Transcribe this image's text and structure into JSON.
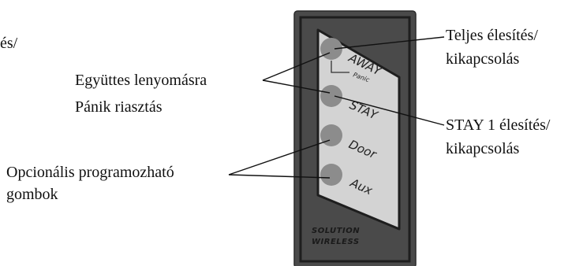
{
  "labels": {
    "partial_left": "és/",
    "panic_line1": "Együttes lenyomásra",
    "panic_line2": "Pánik riasztás",
    "optional_line1": "Opcionális programozható",
    "optional_line2": "gombok",
    "away_line1": "Teljes élesítés/",
    "away_line2": "kikapcsolás",
    "stay_line1": "STAY 1 élesítés/",
    "stay_line2": "kikapcsolás"
  },
  "keyfob": {
    "buttons": {
      "away": "AWAY",
      "panic": "Panic",
      "stay": "STAY",
      "door": "Door",
      "aux": "Aux"
    },
    "brand_line1": "SOLUTION",
    "brand_line2": "WIRELESS"
  },
  "colors": {
    "body": "#4a4a4a",
    "face": "#d3d3d3",
    "button": "#8c8c8c",
    "bezel": "#1e1e1e"
  }
}
